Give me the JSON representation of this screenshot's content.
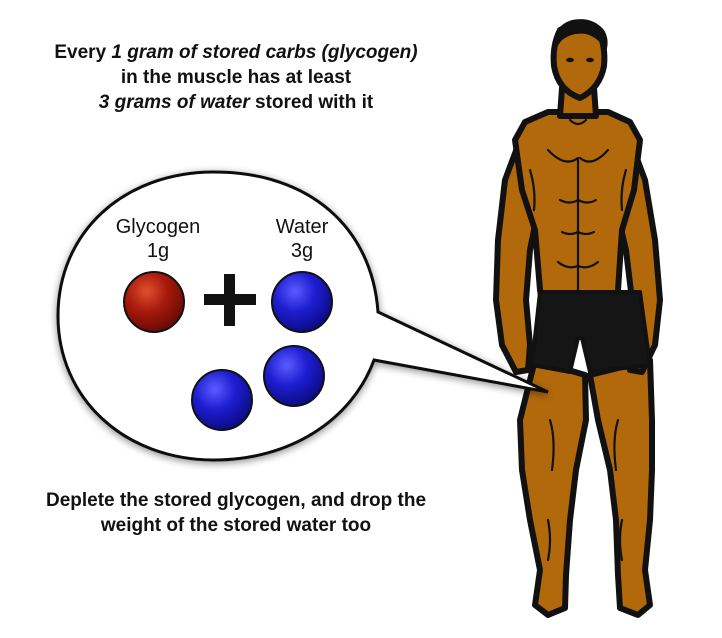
{
  "top_caption": {
    "line1_prefix": "Every ",
    "line1_emphasis": "1 gram of stored carbs (glycogen)",
    "line2": "in the muscle has at least",
    "line3_emphasis": "3 grams of water",
    "line3_suffix": " stored with it"
  },
  "bubble": {
    "glycogen_label": "Glycogen",
    "glycogen_amount": "1g",
    "water_label": "Water",
    "water_amount": "3g",
    "operator": "+"
  },
  "bottom_caption": {
    "line1": "Deplete the stored glycogen, and drop the",
    "line2": "weight of the stored water too"
  },
  "colors": {
    "glycogen": "#a0160a",
    "water": "#1c1ccf",
    "skin": "#b2690b",
    "outline": "#111111",
    "shorts": "#151515"
  },
  "icons": {
    "figure": "human-figure-icon",
    "glycogen_molecule": "glycogen-molecule-icon",
    "water_molecule": "water-molecule-icon",
    "plus": "plus-icon"
  }
}
